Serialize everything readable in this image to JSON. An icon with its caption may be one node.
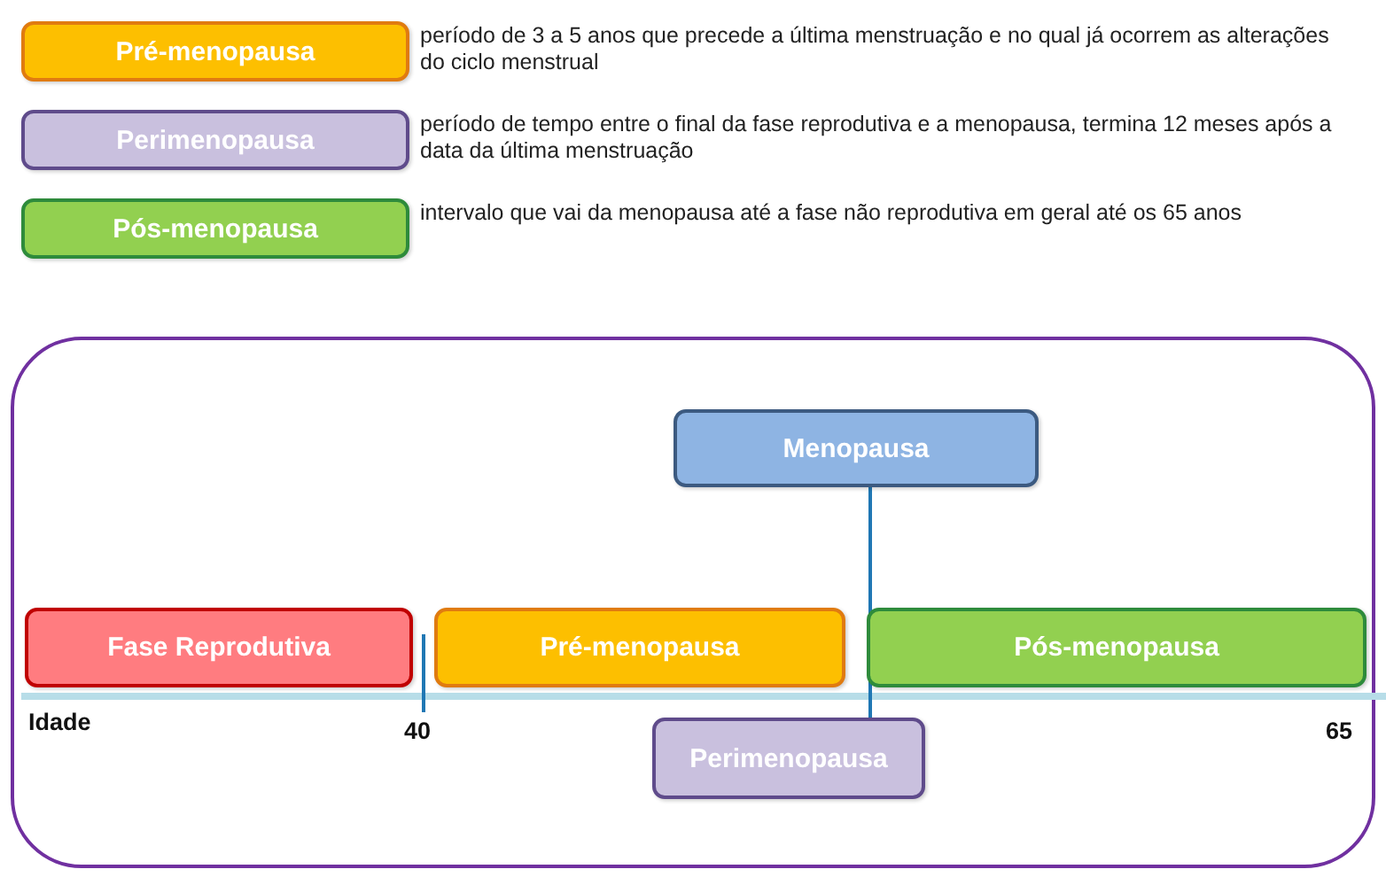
{
  "diagram": {
    "nodes": [
      {
        "text": [
          "Pré-menopausa"
        ],
        "beside": [
          "período de 3 a 5 anos que precede a última menstruação e no qual já ocorrem as alterações do ciclo menstrual"
        ]
      },
      {
        "text": [
          "Perimenopausa"
        ],
        "beside": [
          "período de tempo entre o final da fase reprodutiva e a menopausa, termina 12 meses após a data da última menstruação"
        ]
      },
      {
        "text": [
          "Pós-menopausa"
        ],
        "beside": [
          "intervalo que vai da menopausa até a fase não reprodutiva em geral até os 65 anos"
        ]
      },
      {
        "text": [],
        "shape": "box"
      },
      {
        "text": [
          "Menopausa"
        ],
        "in": 3
      },
      {
        "text": [
          "Fase Reprodutiva"
        ],
        "in": 3
      },
      {
        "text": [
          "Pré-menopausa"
        ],
        "in": 3
      },
      {
        "text": [
          "Pós-menopausa"
        ],
        "in": 3
      },
      {
        "text": [
          "Perimenopausa"
        ],
        "in": 3
      }
    ],
    "edges": [
      {
        "from": 4,
        "to": 8,
        "arrow": "none"
      }
    ],
    "labels": [
      "Idade",
      "40",
      "65"
    ]
  }
}
